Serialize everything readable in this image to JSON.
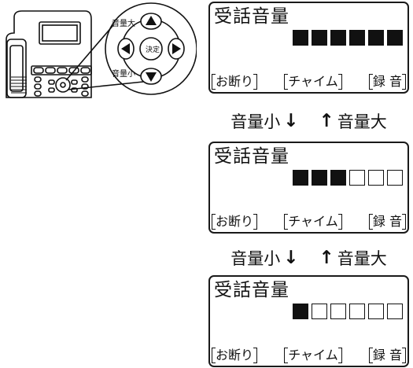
{
  "phone_illustration": {
    "volume_up_label": "音量大",
    "volume_down_label": "音量小",
    "confirm_key_label": "決定"
  },
  "instruction": {
    "down_label": "音量小",
    "down_arrow": "↓",
    "up_arrow": "↑",
    "up_label": "音量大"
  },
  "screens": [
    {
      "title": "受話音量",
      "volume_level": 6,
      "volume_max": 6,
      "softkeys": [
        "お断り",
        "チャイム",
        "録 音"
      ]
    },
    {
      "title": "受話音量",
      "volume_level": 3,
      "volume_max": 6,
      "softkeys": [
        "お断り",
        "チャイム",
        "録 音"
      ]
    },
    {
      "title": "受話音量",
      "volume_level": 1,
      "volume_max": 6,
      "softkeys": [
        "お断り",
        "チャイム",
        "録 音"
      ]
    }
  ]
}
